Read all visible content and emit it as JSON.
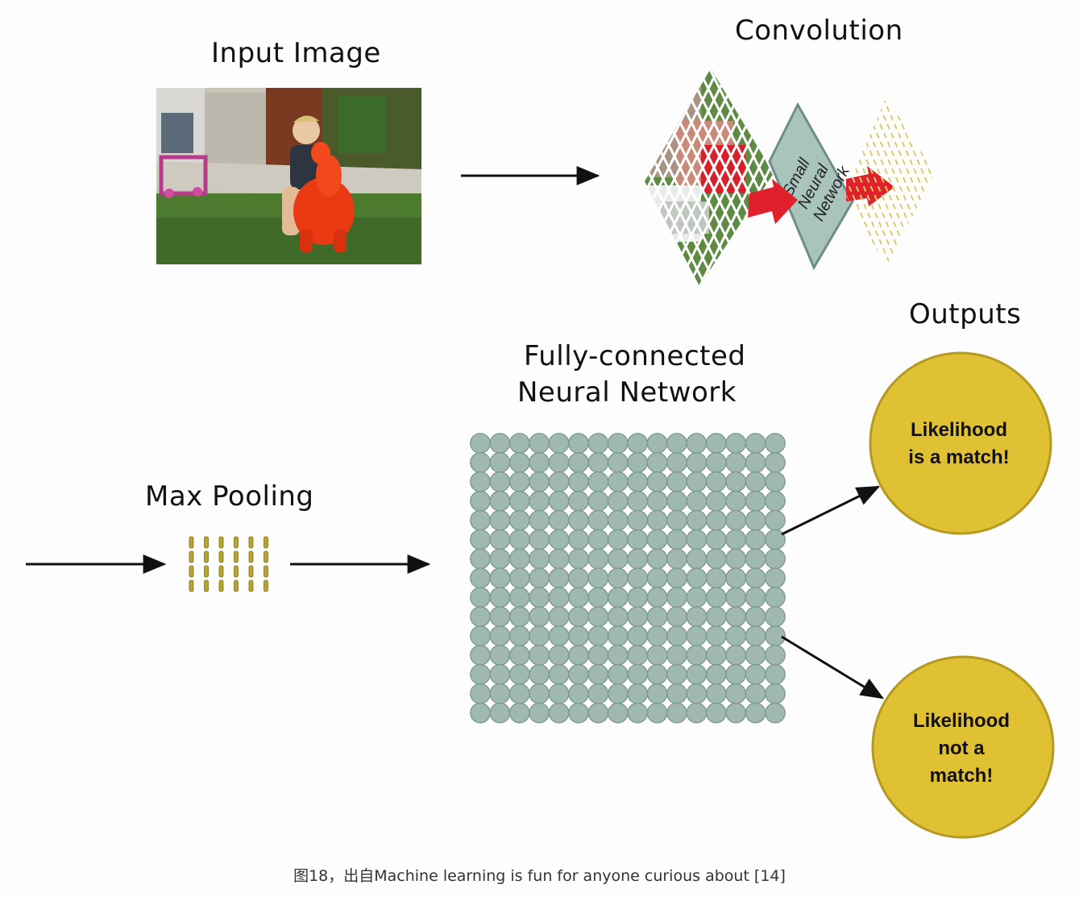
{
  "titles": {
    "input_image": "Input Image",
    "convolution": "Convolution",
    "outputs": "Outputs",
    "fully_connected_line1": "Fully-connected",
    "fully_connected_line2": "Neural Network",
    "max_pooling": "Max Pooling"
  },
  "small_network": [
    "Small",
    "Neural",
    "Network"
  ],
  "outputs": [
    {
      "lines": [
        "Likelihood",
        "is a match!"
      ]
    },
    {
      "lines": [
        "Likelihood",
        "not a",
        "match!"
      ]
    }
  ],
  "caption": "图18，出自Machine learning is fun for anyone curious about [14]",
  "colors": {
    "neuron_fill": "#9fb9b1",
    "neuron_stroke": "#7f9a93",
    "output_fill": "#dfc133",
    "output_stroke": "#b49a22",
    "arrow_red": "#e0202a",
    "pool_bar": "#b8a530",
    "small_net_fill": "#a9c3bd"
  }
}
